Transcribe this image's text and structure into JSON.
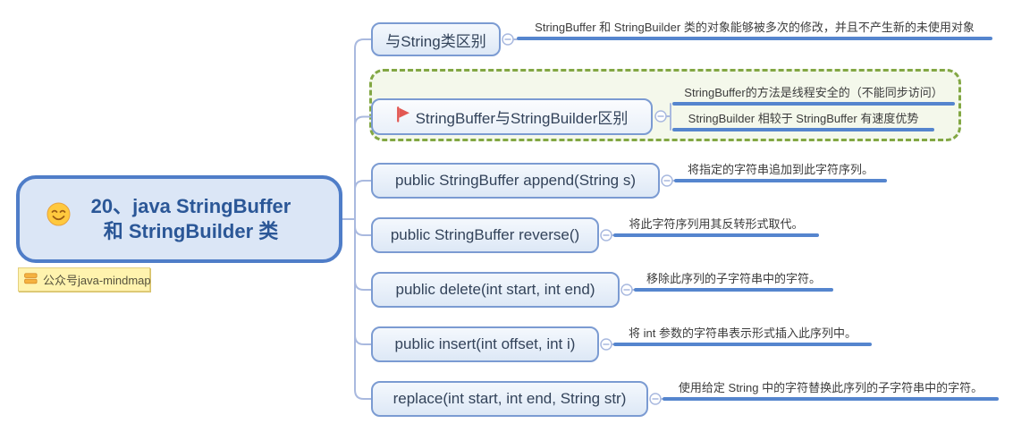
{
  "colors": {
    "main_border": "#4F7DC8",
    "main_fill": "#DBE6F6",
    "main_text": "#2B5797",
    "branch_border": "#7B9BD2",
    "branch_fill": "#E3EBF8",
    "connector": "#A9B9DF",
    "note_underline": "#5585CE",
    "boundary_border": "#82A743",
    "boundary_fill": "#F4F8EB",
    "label_bg": "#FFF3AE",
    "flag_red": "#E25752",
    "smiley_yellow": "#FFC93E"
  },
  "root": {
    "title_line1": "20、java StringBuffer",
    "title_line2": "和 StringBuilder 类",
    "marker": "smiley-emoji",
    "label": "公众号java-mindmap"
  },
  "branches": [
    {
      "label": "与String类区别",
      "notes": [
        "StringBuffer 和 StringBuilder 类的对象能够被多次的修改，并且不产生新的未使用对象"
      ]
    },
    {
      "label": "StringBuffer与StringBuilder区别",
      "marker": "red-flag",
      "notes": [
        "StringBuffer的方法是线程安全的（不能同步访问）",
        "StringBuilder 相较于 StringBuffer 有速度优势"
      ]
    },
    {
      "label": "public StringBuffer append(String s)",
      "notes": [
        "将指定的字符串追加到此字符序列。"
      ]
    },
    {
      "label": "public StringBuffer reverse()",
      "notes": [
        "将此字符序列用其反转形式取代。"
      ]
    },
    {
      "label": "public delete(int start, int end)",
      "notes": [
        "移除此序列的子字符串中的字符。"
      ]
    },
    {
      "label": "public insert(int offset, int i)",
      "notes": [
        "将 int 参数的字符串表示形式插入此序列中。"
      ]
    },
    {
      "label": "replace(int start, int end, String str)",
      "notes": [
        "使用给定 String 中的字符替换此序列的子字符串中的字符。"
      ]
    }
  ]
}
